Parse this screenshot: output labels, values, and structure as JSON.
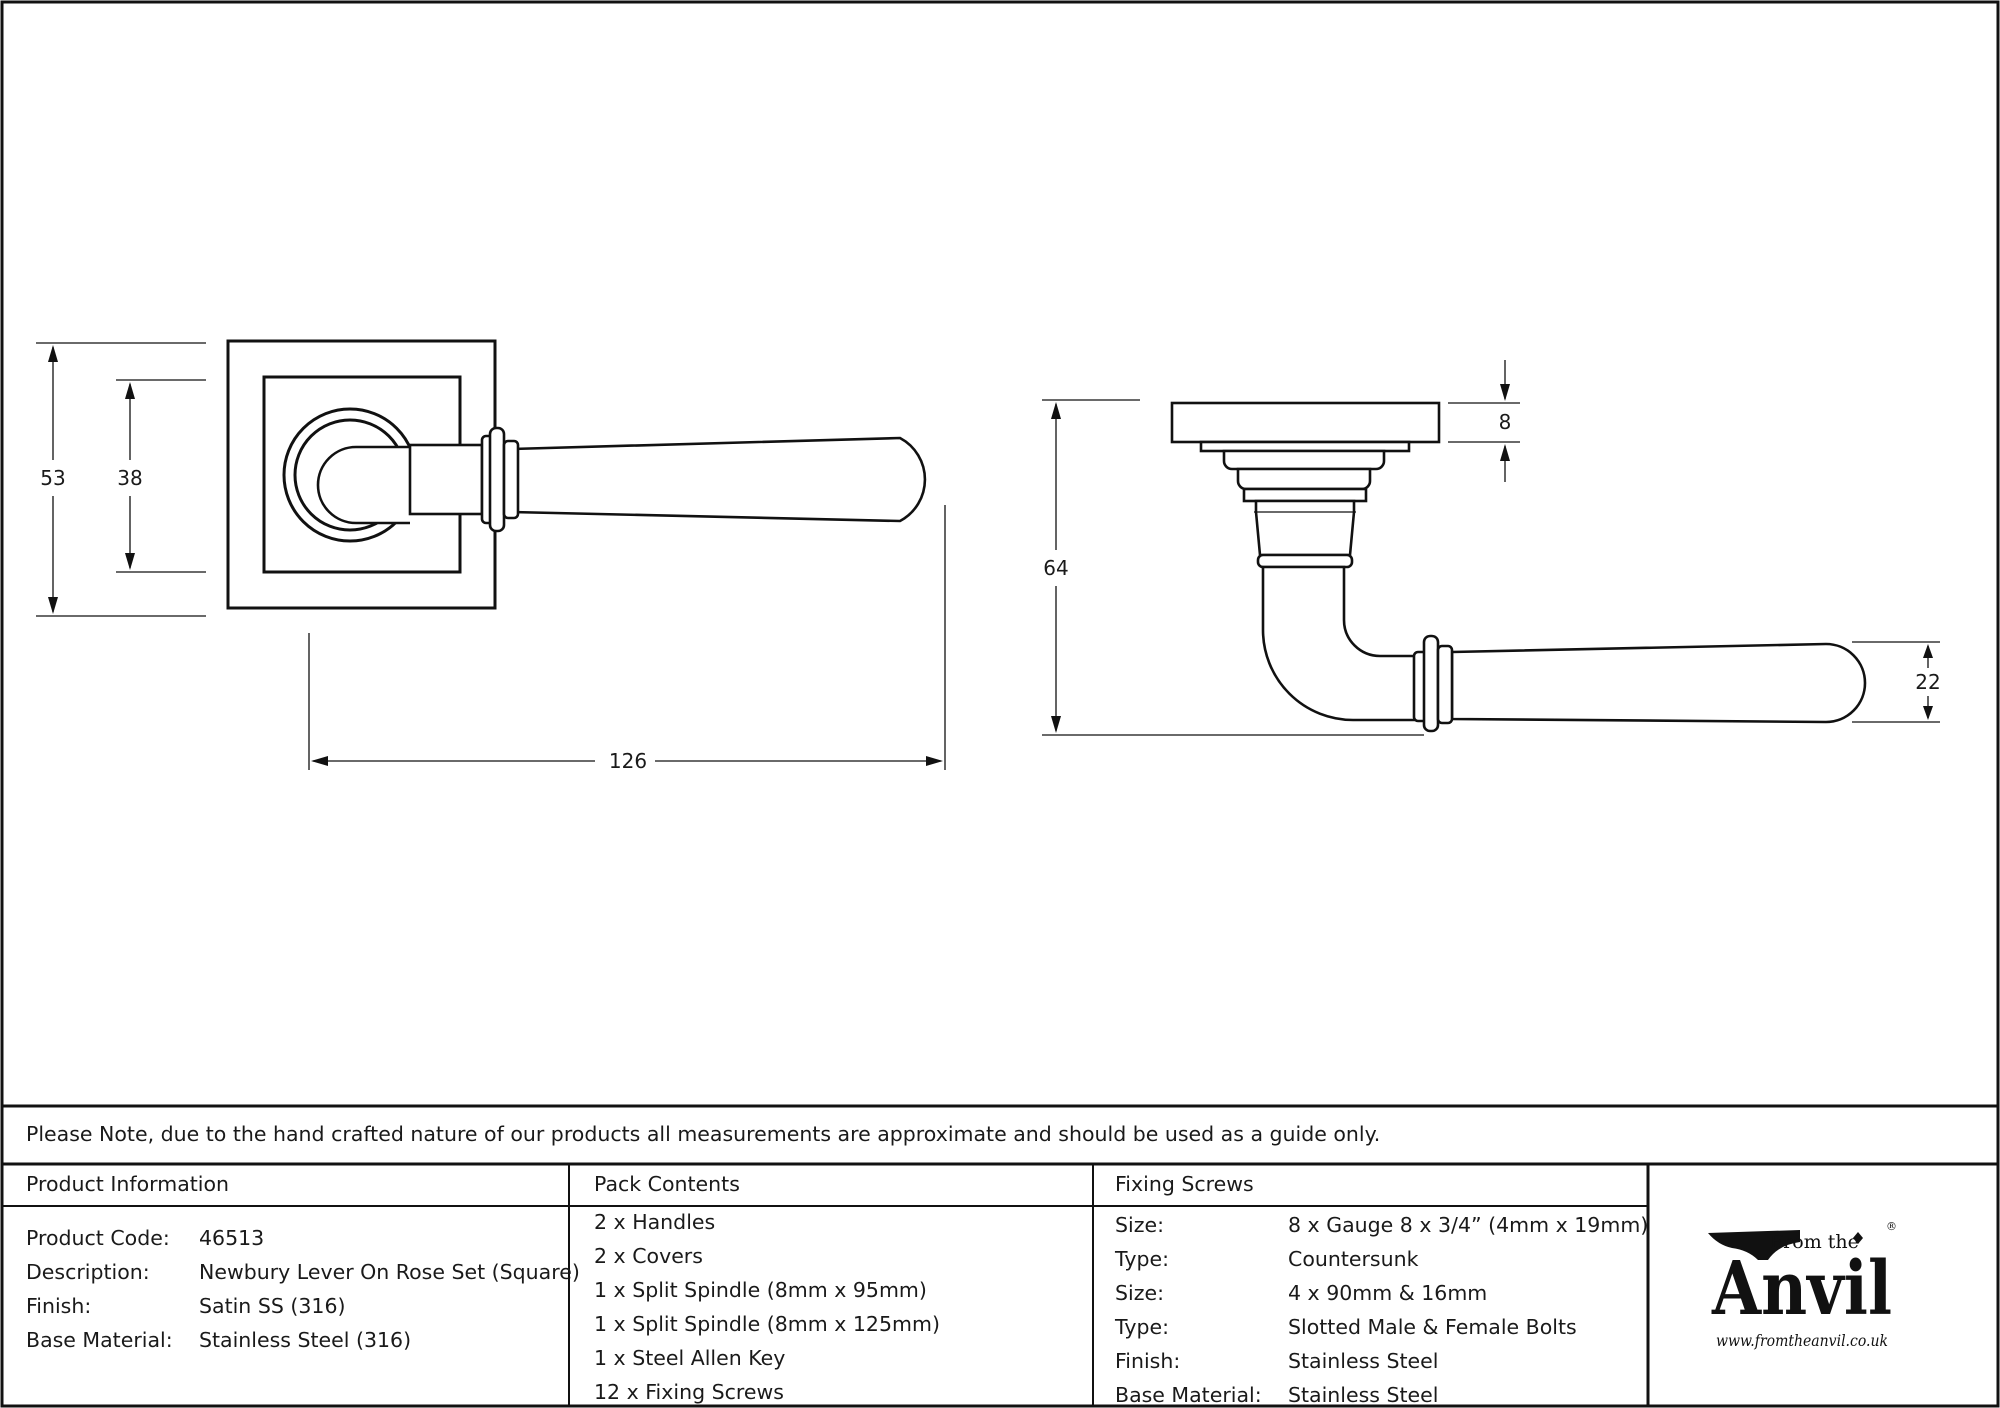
{
  "drawing": {
    "dimensions": {
      "rose_outer": "53",
      "rose_inner": "38",
      "projection_length": "126",
      "overall_height": "64",
      "rose_thickness": "8",
      "lever_grip": "22"
    }
  },
  "note": "Please Note, due to the hand crafted nature of our products all measurements are approximate and should be used as a guide only.",
  "product_information": {
    "header": "Product Information",
    "rows": [
      {
        "label": "Product Code:",
        "value": "46513"
      },
      {
        "label": "Description:",
        "value": "Newbury Lever On Rose Set (Square)"
      },
      {
        "label": "Finish:",
        "value": "Satin SS (316)"
      },
      {
        "label": "Base Material:",
        "value": "Stainless Steel (316)"
      }
    ]
  },
  "pack_contents": {
    "header": "Pack Contents",
    "items": [
      "2 x Handles",
      "2 x Covers",
      "1 x Split Spindle (8mm x 95mm)",
      "1 x Split Spindle (8mm x 125mm)",
      "1 x Steel Allen Key",
      "12 x Fixing Screws"
    ]
  },
  "fixing_screws": {
    "header": "Fixing Screws",
    "rows": [
      {
        "label": "Size:",
        "value": "8 x Gauge 8 x 3/4” (4mm x 19mm)"
      },
      {
        "label": "Type:",
        "value": "Countersunk"
      },
      {
        "label": "Size:",
        "value": "4 x 90mm & 16mm"
      },
      {
        "label": "Type:",
        "value": "Slotted Male & Female Bolts"
      },
      {
        "label": "Finish:",
        "value": "Stainless Steel"
      },
      {
        "label": "Base Material:",
        "value": "Stainless Steel"
      }
    ]
  },
  "logo": {
    "from_the": "From the",
    "brand": "Anvil",
    "registered": "®",
    "website": "www.fromtheanvil.co.uk"
  }
}
